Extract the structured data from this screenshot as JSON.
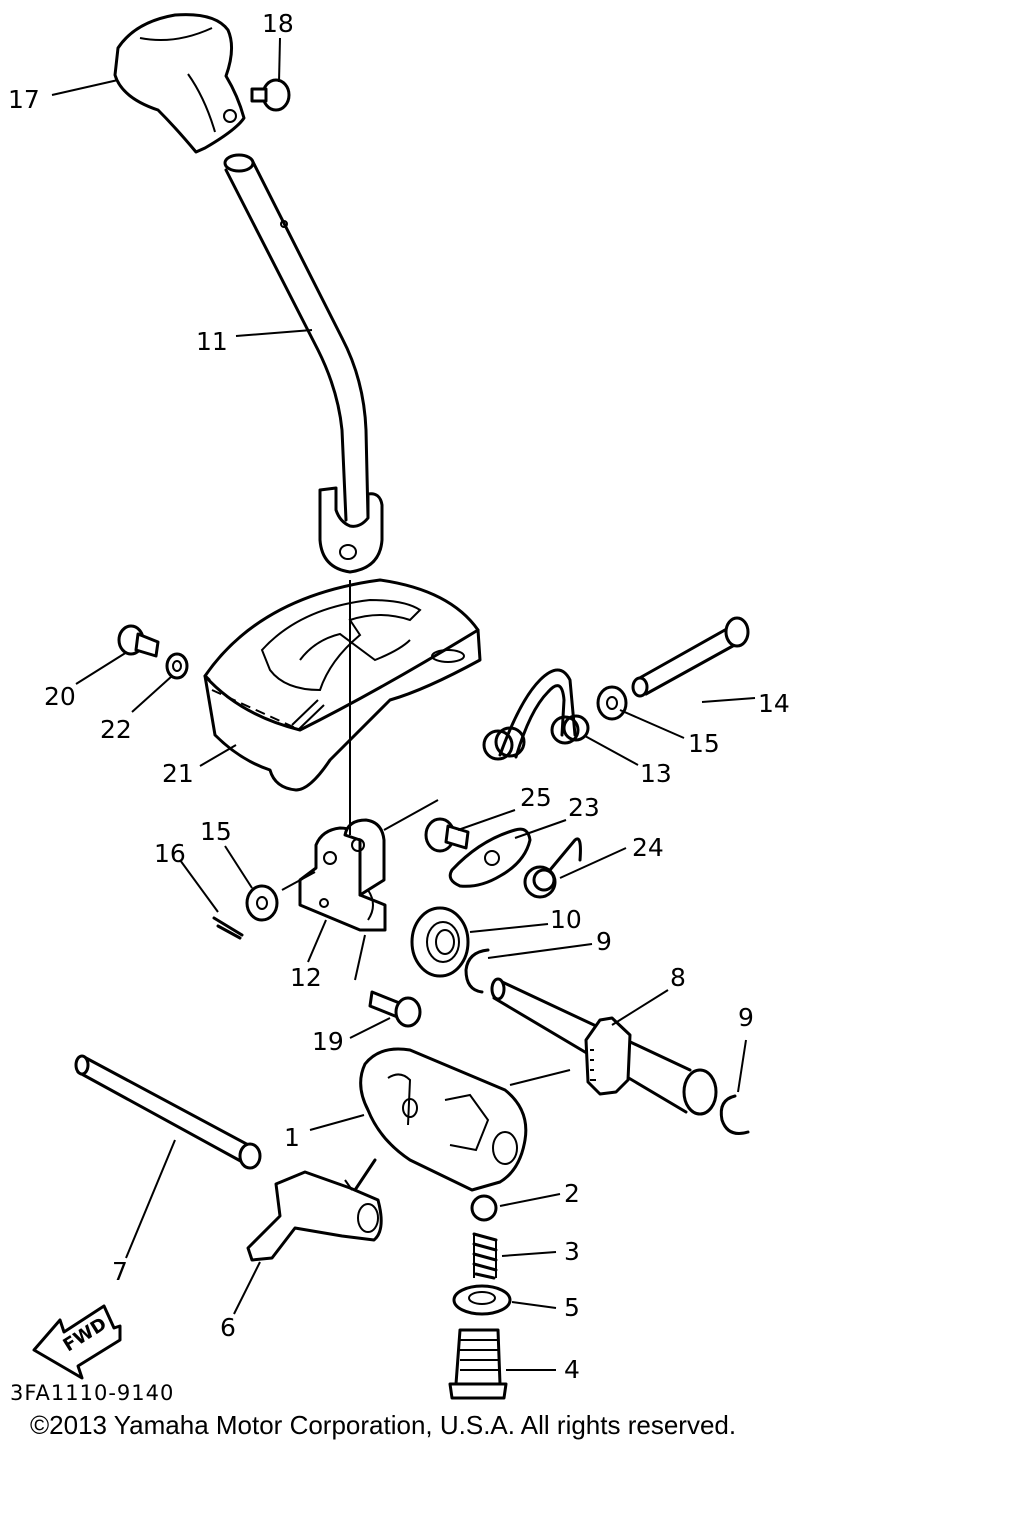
{
  "callouts": {
    "c1": "1",
    "c2": "2",
    "c3": "3",
    "c4": "4",
    "c5": "5",
    "c6": "6",
    "c7": "7",
    "c8": "8",
    "c9a": "9",
    "c9b": "9",
    "c10": "10",
    "c11": "11",
    "c12": "12",
    "c13": "13",
    "c14": "14",
    "c15a": "15",
    "c15b": "15",
    "c16": "16",
    "c17": "17",
    "c18": "18",
    "c19": "19",
    "c20": "20",
    "c21": "21",
    "c22": "22",
    "c23": "23",
    "c24": "24",
    "c25": "25"
  },
  "fwd_label": "FWD",
  "diagram_code": "3FA1110-9140",
  "copyright": "©2013 Yamaha Motor Corporation, U.S.A. All rights reserved."
}
